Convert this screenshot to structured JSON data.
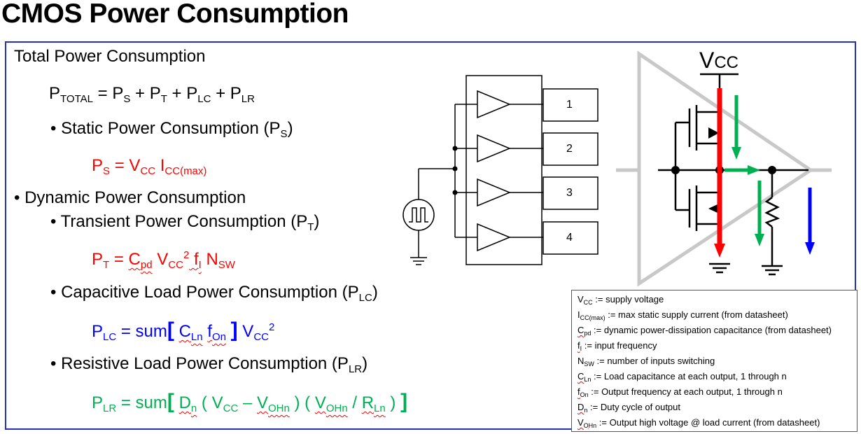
{
  "title": "CMOS Power Consumption",
  "heading": "Total Power Consumption",
  "eq_total": {
    "p": "P",
    "total": "TOTAL",
    "eq": " = P",
    "s": "S",
    "p2": " + P",
    "t": "T",
    "p3": " + P",
    "lc": "LC",
    "p4": " + P",
    "lr": "LR"
  },
  "static": {
    "label": "• Static Power Consumption (P",
    "sub": "S",
    "close": ")"
  },
  "eq_static": {
    "p": "P",
    "s": "S",
    "eq": " = V",
    "cc": "CC",
    "i": " I",
    "icc": "CC(max)"
  },
  "dynamic": {
    "label": "• Dynamic Power Consumption"
  },
  "transient": {
    "label": "• Transient Power Consumption (P",
    "sub": "T",
    "close": ")"
  },
  "eq_transient": {
    "p": "P",
    "t": "T",
    "eq": " = ",
    "c": "C",
    "pd": "pd",
    "v": " V",
    "cc": "CC",
    "exp": "2",
    "f": " f",
    "fi": "I",
    "n": " N",
    "sw": "SW"
  },
  "capacitive": {
    "label": "• Capacitive Load Power Consumption (P",
    "sub": "LC",
    "close": ")"
  },
  "eq_capacitive": {
    "p": "P",
    "lc": "LC",
    "eq": " = sum",
    "lb": "[",
    "c": "C",
    "ln": "Ln",
    "f": "f",
    "on": "On",
    "rb": "]",
    "v": " V",
    "cc": "CC",
    "exp": "2"
  },
  "resistive": {
    "label": "• Resistive Load Power Consumption (P",
    "sub": "LR",
    "close": ")"
  },
  "eq_resistive": {
    "p": "P",
    "lr": "LR",
    "eq": " = sum",
    "lb": "[",
    "d": "D",
    "n": "n",
    "open1": " ( V",
    "cc": "CC",
    "minus": " – ",
    "v2": "V",
    "ohn": "OHn",
    "close1": " ) ( ",
    "v3": "V",
    "ohn2": "OHn",
    "slash": " / ",
    "r": "R",
    "ln": "Ln",
    "close2": " )",
    "rb": "]"
  },
  "buffer_outputs": [
    "1",
    "2",
    "3",
    "4"
  ],
  "vcc_label": {
    "v": "V",
    "cc": "CC"
  },
  "legend": [
    {
      "sym": "V",
      "sub": "CC",
      "text": " := supply voltage",
      "wavy": false
    },
    {
      "sym": "I",
      "sub": "CC(max)",
      "text": " := max static supply current (from datasheet)",
      "wavy": false
    },
    {
      "sym": "C",
      "sub": "pd",
      "text": " := dynamic power-dissipation capacitance (from datasheet)",
      "wavy": true
    },
    {
      "sym": "f",
      "sub": "I",
      "text": " := input frequency",
      "wavy": true
    },
    {
      "sym": "N",
      "sub": "SW",
      "text": " := number of inputs switching",
      "wavy": false
    },
    {
      "sym": "C",
      "sub": "Ln",
      "text": " := Load capacitance at each output, 1 through n",
      "wavy": true
    },
    {
      "sym": "f",
      "sub": "On",
      "text": " := Output frequency at each output, 1 through n",
      "wavy": true
    },
    {
      "sym": "D",
      "sub": "n",
      "text": " := Duty cycle of output",
      "wavy": true
    },
    {
      "sym": "V",
      "sub": "OHn",
      "text": " :=  Output high voltage @ load current (from datasheet)",
      "wavy": true
    }
  ],
  "colors": {
    "red": "#ff0000",
    "blue": "#0000ff",
    "green": "#00b050",
    "border": "#2430b8"
  }
}
